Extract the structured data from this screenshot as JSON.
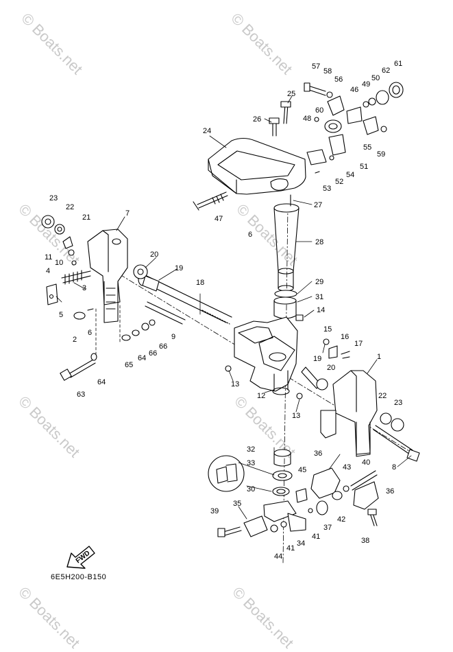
{
  "watermark": "© Boats.net",
  "diagram_code": "6E5H200-B150",
  "fwd_label": "FWD",
  "callouts": [
    "1",
    "2",
    "3",
    "4",
    "5",
    "6",
    "7",
    "9",
    "10",
    "11",
    "12",
    "13",
    "13",
    "14",
    "15",
    "16",
    "17",
    "18",
    "19",
    "19",
    "20",
    "20",
    "21",
    "22",
    "22",
    "23",
    "23",
    "24",
    "25",
    "26",
    "27",
    "28",
    "29",
    "30",
    "31",
    "32",
    "33",
    "34",
    "35",
    "36",
    "36",
    "37",
    "38",
    "39",
    "40",
    "41",
    "41",
    "42",
    "43",
    "44",
    "45",
    "46",
    "47",
    "48",
    "49",
    "50",
    "51",
    "52",
    "53",
    "54",
    "55",
    "56",
    "57",
    "58",
    "59",
    "60",
    "61",
    "62",
    "63",
    "64",
    "64",
    "65",
    "66",
    "66",
    "6",
    "8"
  ]
}
